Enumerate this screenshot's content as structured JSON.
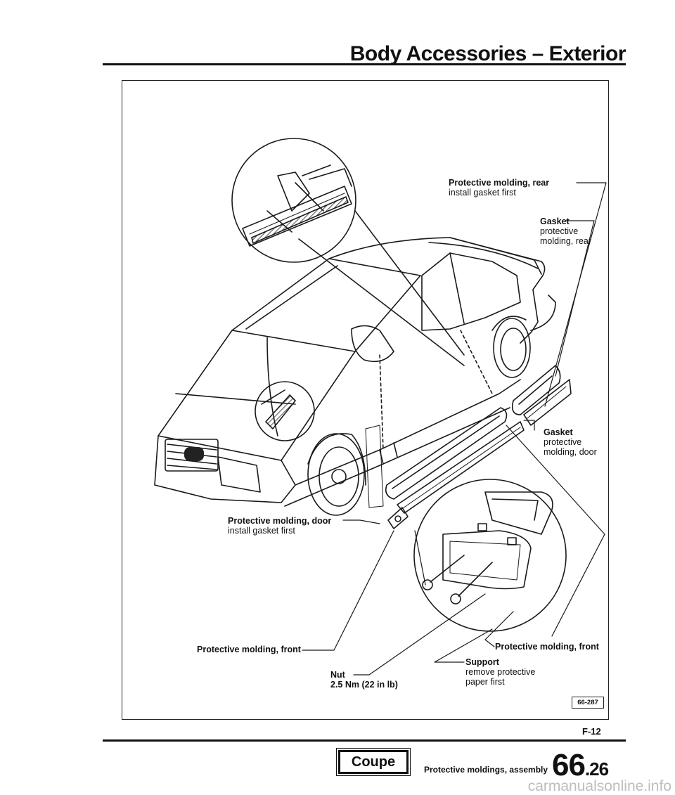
{
  "header": {
    "title": "Body Accessories – Exterior"
  },
  "labels": {
    "molding_rear": {
      "title": "Protective molding, rear",
      "note": "install gasket first"
    },
    "gasket_rear": {
      "title": "Gasket",
      "note1": "protective",
      "note2": "molding, rear"
    },
    "gasket_door": {
      "title": "Gasket",
      "note1": "protective",
      "note2": "molding, door"
    },
    "molding_door": {
      "title": "Protective molding, door",
      "note": "install gasket first"
    },
    "molding_front_left": {
      "title": "Protective molding, front"
    },
    "molding_front_right": {
      "title": "Protective molding, front"
    },
    "support": {
      "title": "Support",
      "note1": "remove protective",
      "note2": "paper first"
    },
    "nut": {
      "title": "Nut",
      "note": "2.5 Nm (22 in lb)"
    }
  },
  "figure_ref": "66-287",
  "page_ref": "F-12",
  "footer": {
    "model": "Coupe",
    "section": "Protective moldings, assembly",
    "page_major": "66",
    "page_minor": ".26"
  },
  "watermark": "carmanualsonline.info"
}
